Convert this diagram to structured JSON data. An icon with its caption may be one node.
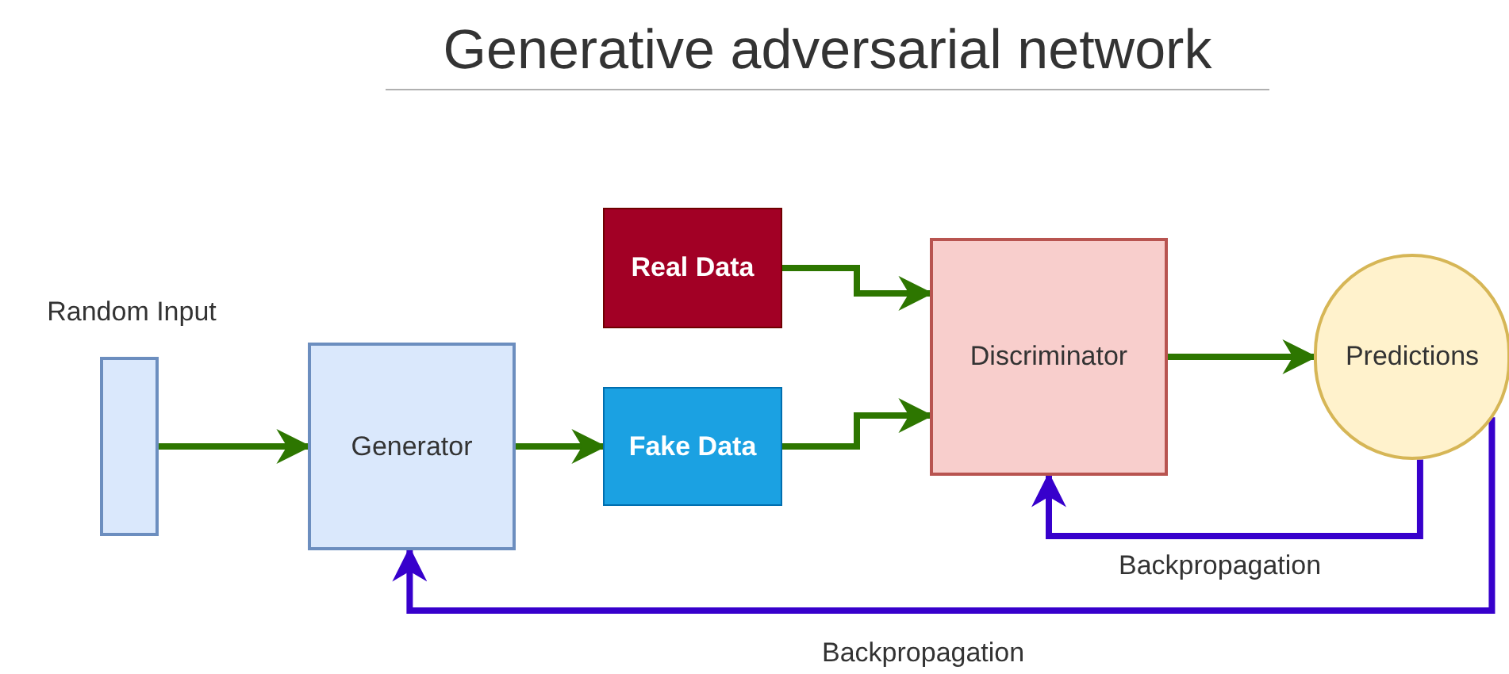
{
  "diagram": {
    "title": "Generative adversarial network",
    "nodes": [
      {
        "text": [
          "Random Input"
        ]
      },
      {
        "text": [
          "Generator"
        ]
      },
      {
        "text": [
          "Real Data"
        ]
      },
      {
        "text": [
          "Fake Data"
        ]
      },
      {
        "text": [
          "Discriminator"
        ]
      },
      {
        "text": [
          "Predictions"
        ]
      }
    ],
    "edges": [
      {
        "from": 0,
        "to": 1,
        "arrow": "to"
      },
      {
        "from": 1,
        "to": 3,
        "arrow": "to"
      },
      {
        "from": 2,
        "to": 4,
        "arrow": "to"
      },
      {
        "from": 3,
        "to": 4,
        "arrow": "to"
      },
      {
        "from": 4,
        "to": 5,
        "arrow": "to"
      },
      {
        "from": 5,
        "to": 4,
        "arrow": "to",
        "label": "Backpropagation",
        "color": "#3700cc"
      },
      {
        "from": 5,
        "to": 1,
        "arrow": "to",
        "label": "Backpropagation",
        "color": "#3700cc"
      }
    ]
  }
}
